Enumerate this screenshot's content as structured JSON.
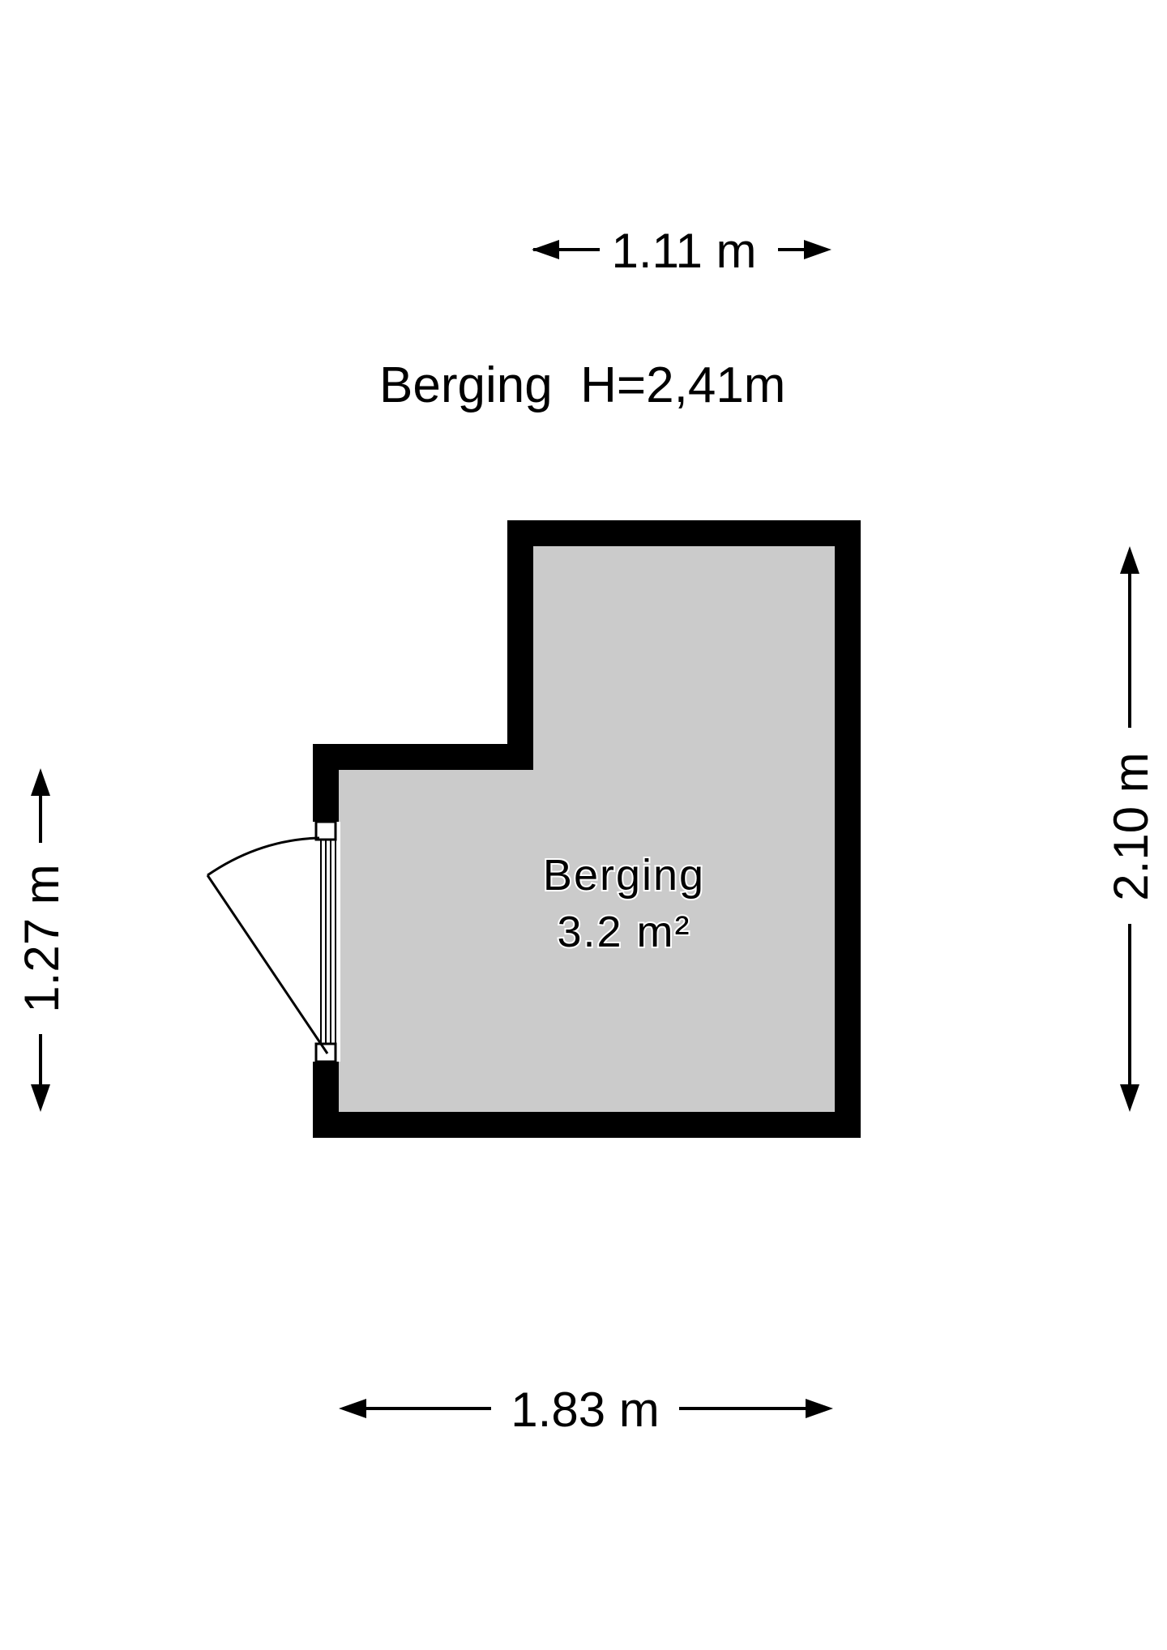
{
  "colors": {
    "wall": "#000000",
    "floor": "#cbcbcb",
    "background": "#ffffff",
    "line": "#000000"
  },
  "header": {
    "room_title": "Berging  H=2,41m"
  },
  "room": {
    "name": "Berging",
    "area": "3.2 m²"
  },
  "dimensions": {
    "top_width": "1.11 m",
    "bottom_width": "1.83 m",
    "left_height": "1.27 m",
    "right_height": "2.10 m"
  }
}
